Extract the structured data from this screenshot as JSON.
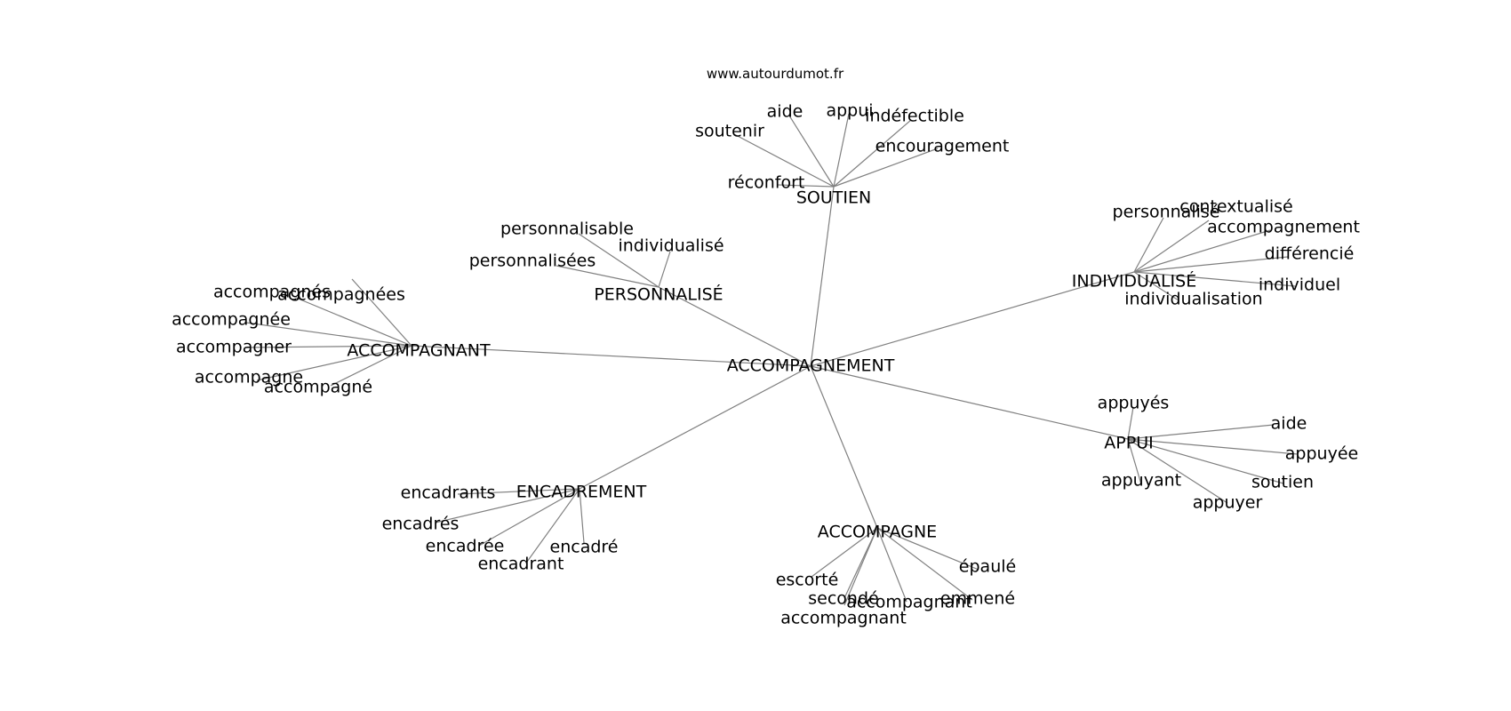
{
  "watermark": "www.autourdumot.fr",
  "center": "ACCOMPAGNEMENT",
  "hubs": [
    {
      "id": "soutien",
      "label": "SOUTIEN",
      "leaves": [
        "aide",
        "appui",
        "indéfectible",
        "soutenir",
        "encouragement",
        "réconfort"
      ]
    },
    {
      "id": "individualise",
      "label": "INDIVIDUALISÉ",
      "leaves": [
        "personnalisé",
        "contextualisé",
        "accompagnement",
        "différencié",
        "individuel",
        "individualisation"
      ]
    },
    {
      "id": "personnalise",
      "label": "PERSONNALISÉ",
      "leaves": [
        "personnalisable",
        "individualisé",
        "personnalisées"
      ]
    },
    {
      "id": "accompagnant",
      "label": "ACCOMPAGNANT",
      "leaves": [
        "accompagnés",
        "accompagnées",
        "accompagnée",
        "accompagner",
        "accompagne",
        "accompagné"
      ]
    },
    {
      "id": "appui",
      "label": "APPUI",
      "leaves": [
        "appuyés",
        "aide",
        "appuyée",
        "soutien",
        "appuyant",
        "appuyer"
      ]
    },
    {
      "id": "encadrement",
      "label": "ENCADREMENT",
      "leaves": [
        "encadrants",
        "encadrés",
        "encadrée",
        "encadré",
        "encadrant"
      ]
    },
    {
      "id": "accompagne",
      "label": "ACCOMPAGNE",
      "leaves": [
        "escorté",
        "épaulé",
        "secondé",
        "accompagnant",
        "emmené",
        "accompagnant"
      ]
    }
  ]
}
